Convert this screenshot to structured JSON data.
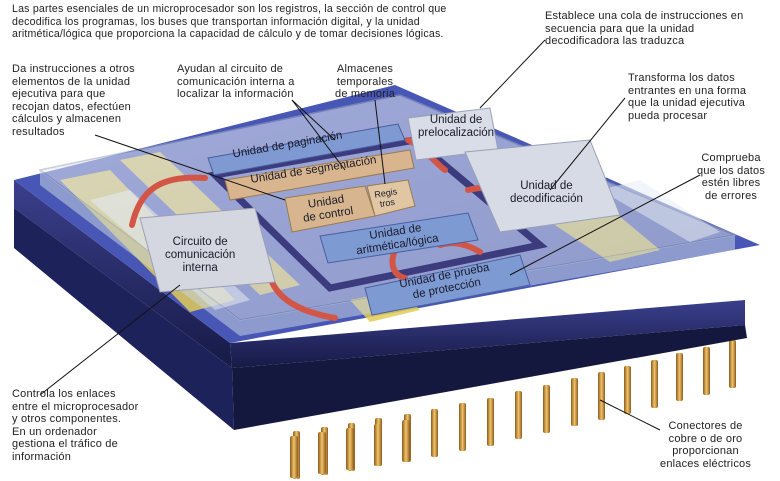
{
  "intro": "Las partes esenciales de un microprocesador son los registros, la sección de control que\ndecodifica los programas, los buses que transportan información digital, y la unidad\naritmética/lógica que proporciona la capacidad de cálculo y de tomar decisiones lógicas.",
  "annotations": {
    "control": "Da instrucciones a otros\nelementos de la unidad\nejecutiva para que\nrecojan datos, efectúen\ncálculos y almacenen\nresultados",
    "communication": "Ayudan al circuito de\ncomunicación interna a\nlocalizar la información",
    "registers": "Almacenes\ntemporales\nde memoria",
    "prefetch": "Establece una cola de instrucciones en\nsecuencia para que la unidad\ndecodificadora las traduzca",
    "decode": "Transforma los datos\nentrantes en una forma\nque la unidad ejecutiva\npueda procesar",
    "test": "Comprueba\nque los datos\nestén libres\nde errores",
    "bus": "Controla los enlaces\nentre el microprocesador\ny otros componentes.\nEn un ordenador\ngestiona el tráfico de\ninformación",
    "pins": "Conectores de\ncobre o de oro\nproporcionan\nenlaces eléctricos"
  },
  "units": {
    "paging": "Unidad de paginación",
    "segmentation": "Unidad de segmentación",
    "control": "Unidad\nde control",
    "registers": "Regis\ntros",
    "alu": "Unidad de\naritmética/lógica",
    "test": "Unidad de prueba\nde protección",
    "interface": "Circuito de\ncomunicación\ninterna",
    "prefetch": "Unidad de\nprelocalización",
    "decode": "Unidad de\ndecodificación"
  },
  "colors": {
    "frame": "#3a3a8a",
    "paging": "#7f9ad2",
    "segmentation": "#d8b58f",
    "alu": "#7d9ad3",
    "pipe": "#d25545",
    "pin": "#d9a24a"
  }
}
